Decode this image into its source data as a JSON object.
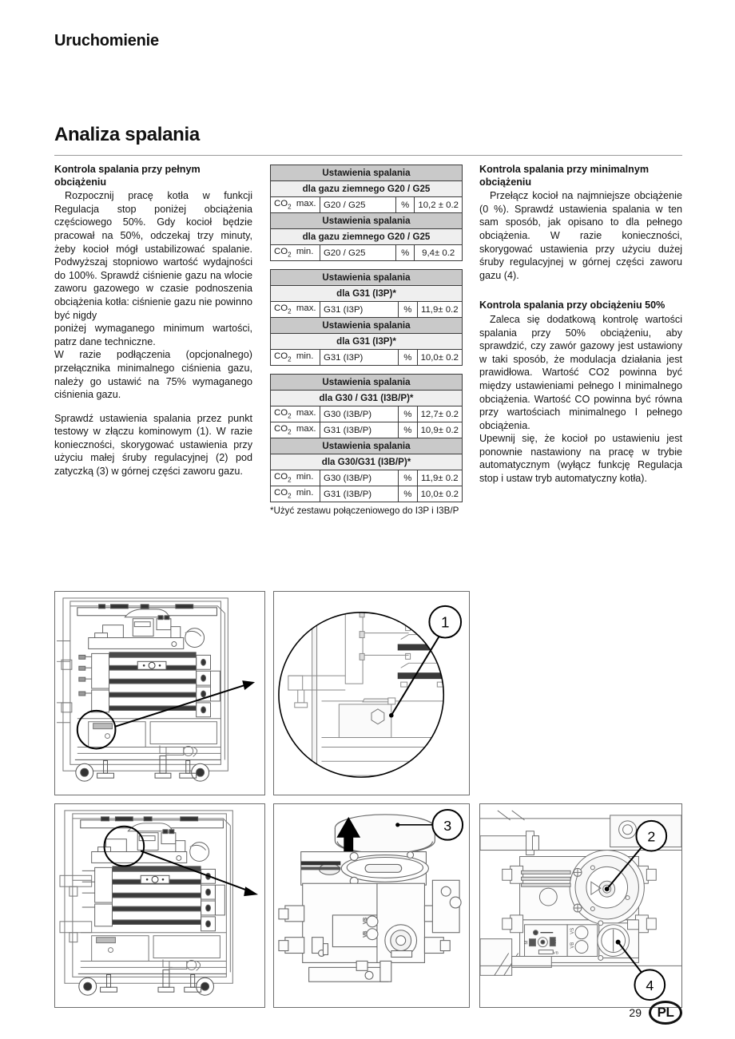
{
  "header": {
    "title": "Uruchomienie"
  },
  "section": {
    "title": "Analiza spalania"
  },
  "left_column": {
    "heading1": "Kontrola spalania przy pełnym obciążeniu",
    "p1": "Rozpocznij pracę kotła w funkcji Regulacja stop poniżej obciążenia częściowego 50%. Gdy kocioł będzie pracował na 50%, odczekaj trzy minuty, żeby kocioł mógł ustabilizować spalanie. Podwyższaj stopniowo wartość wydajności do 100%. Sprawdź ciśnienie gazu na wlocie zaworu gazowego w czasie podnoszenia obciążenia kotła: ciśnienie gazu nie powinno być nigdy",
    "p2": "poniżej wymaganego minimum wartości, patrz dane techniczne.",
    "p3": "W razie podłączenia (opcjonalnego) przełącznika minimalnego ciśnienia gazu, należy go ustawić na  75% wymaganego ciśnienia gazu.",
    "p4": "Sprawdź ustawienia spalania przez punkt testowy w złączu kominowym (1). W razie konieczności, skorygować ustawienia przy użyciu małej śruby regulacyjnej (2) pod zatyczką (3) w górnej części zaworu gazu."
  },
  "right_column": {
    "heading1": "Kontrola spalania przy minimalnym obciążeniu",
    "p1": "Przełącz kocioł na najmniejsze obciążenie (0 %). Sprawdź ustawienia spalania w ten sam sposób, jak opisano to dla pełnego obciążenia. W razie konieczności, skorygować ustawienia przy użyciu dużej śruby regulacyjnej w górnej części zaworu gazu (4).",
    "heading2": "Kontrola spalania przy obciążeniu 50%",
    "p2": "Zaleca się dodatkową kontrolę wartości spalania przy 50% obciążeniu, aby sprawdzić, czy zawór gazowy jest ustawiony w taki sposób, że modulacja działania jest prawidłowa. Wartość CO2 powinna być między ustawieniami pełnego I minimalnego obciążenia. Wartość CO powinna być równa przy wartościach minimalnego I pełnego obciążenia.",
    "p3": "Upewnij się, że kocioł po ustawieniu jest ponownie nastawiony na pracę w trybie automatycznym (wyłącz funkcję Regulacja stop i ustaw tryb automatyczny kotła)."
  },
  "tables": [
    {
      "header": "Ustawienia spalania",
      "subheader": "dla gazu ziemnego G20 / G25",
      "rows": [
        {
          "param": "CO",
          "sub": "2",
          "qual": "max.",
          "gas": "G20 / G25",
          "unit": "%",
          "value": "10,2 ± 0.2"
        }
      ]
    },
    {
      "header": "Ustawienia spalania",
      "subheader": "dla gazu ziemnego G20 / G25",
      "rows": [
        {
          "param": "CO",
          "sub": "2",
          "qual": "min.",
          "gas": "G20 / G25",
          "unit": "%",
          "value": "9,4± 0.2"
        }
      ]
    },
    {
      "header": "Ustawienia spalania",
      "subheader": "dla G31 (I3P)*",
      "rows": [
        {
          "param": "CO",
          "sub": "2",
          "qual": "max.",
          "gas": "G31 (I3P)",
          "unit": "%",
          "value": "11,9± 0.2"
        }
      ]
    },
    {
      "header": "Ustawienia spalania",
      "subheader": "dla G31 (I3P)*",
      "rows": [
        {
          "param": "CO",
          "sub": "2",
          "qual": "min.",
          "gas": "G31 (I3P)",
          "unit": "%",
          "value": "10,0± 0.2"
        }
      ]
    },
    {
      "header": "Ustawienia spalania",
      "subheader": "dla G30 / G31 (I3B/P)*",
      "rows": [
        {
          "param": "CO",
          "sub": "2",
          "qual": "max.",
          "gas": "G30 (I3B/P)",
          "unit": "%",
          "value": "12,7± 0.2"
        },
        {
          "param": "CO",
          "sub": "2",
          "qual": "max.",
          "gas": "G31 (I3B/P)",
          "unit": "%",
          "value": "10,9± 0.2"
        }
      ]
    },
    {
      "header": "Ustawienia spalania",
      "subheader": "dla G30/G31 (I3B/P)*",
      "rows": [
        {
          "param": "CO",
          "sub": "2",
          "qual": "min.",
          "gas": "G30 (I3B/P)",
          "unit": "%",
          "value": "11,9± 0.2"
        },
        {
          "param": "CO",
          "sub": "2",
          "qual": "min.",
          "gas": "G31 (I3B/P)",
          "unit": "%",
          "value": "10,0± 0.2"
        }
      ]
    }
  ],
  "table_note": "*Użyć zestawu połączeniowego do I3P i I3B/P",
  "figures": {
    "callout_1": "1",
    "callout_2": "2",
    "callout_3": "3",
    "callout_4": "4"
  },
  "footer": {
    "page_number": "29",
    "language_badge": "PL"
  },
  "colors": {
    "table_header_bg": "#c9c9c9",
    "table_subheader_bg": "#efefef",
    "border": "#3a3a3a",
    "rule": "#9a9a9a",
    "text": "#141414"
  }
}
